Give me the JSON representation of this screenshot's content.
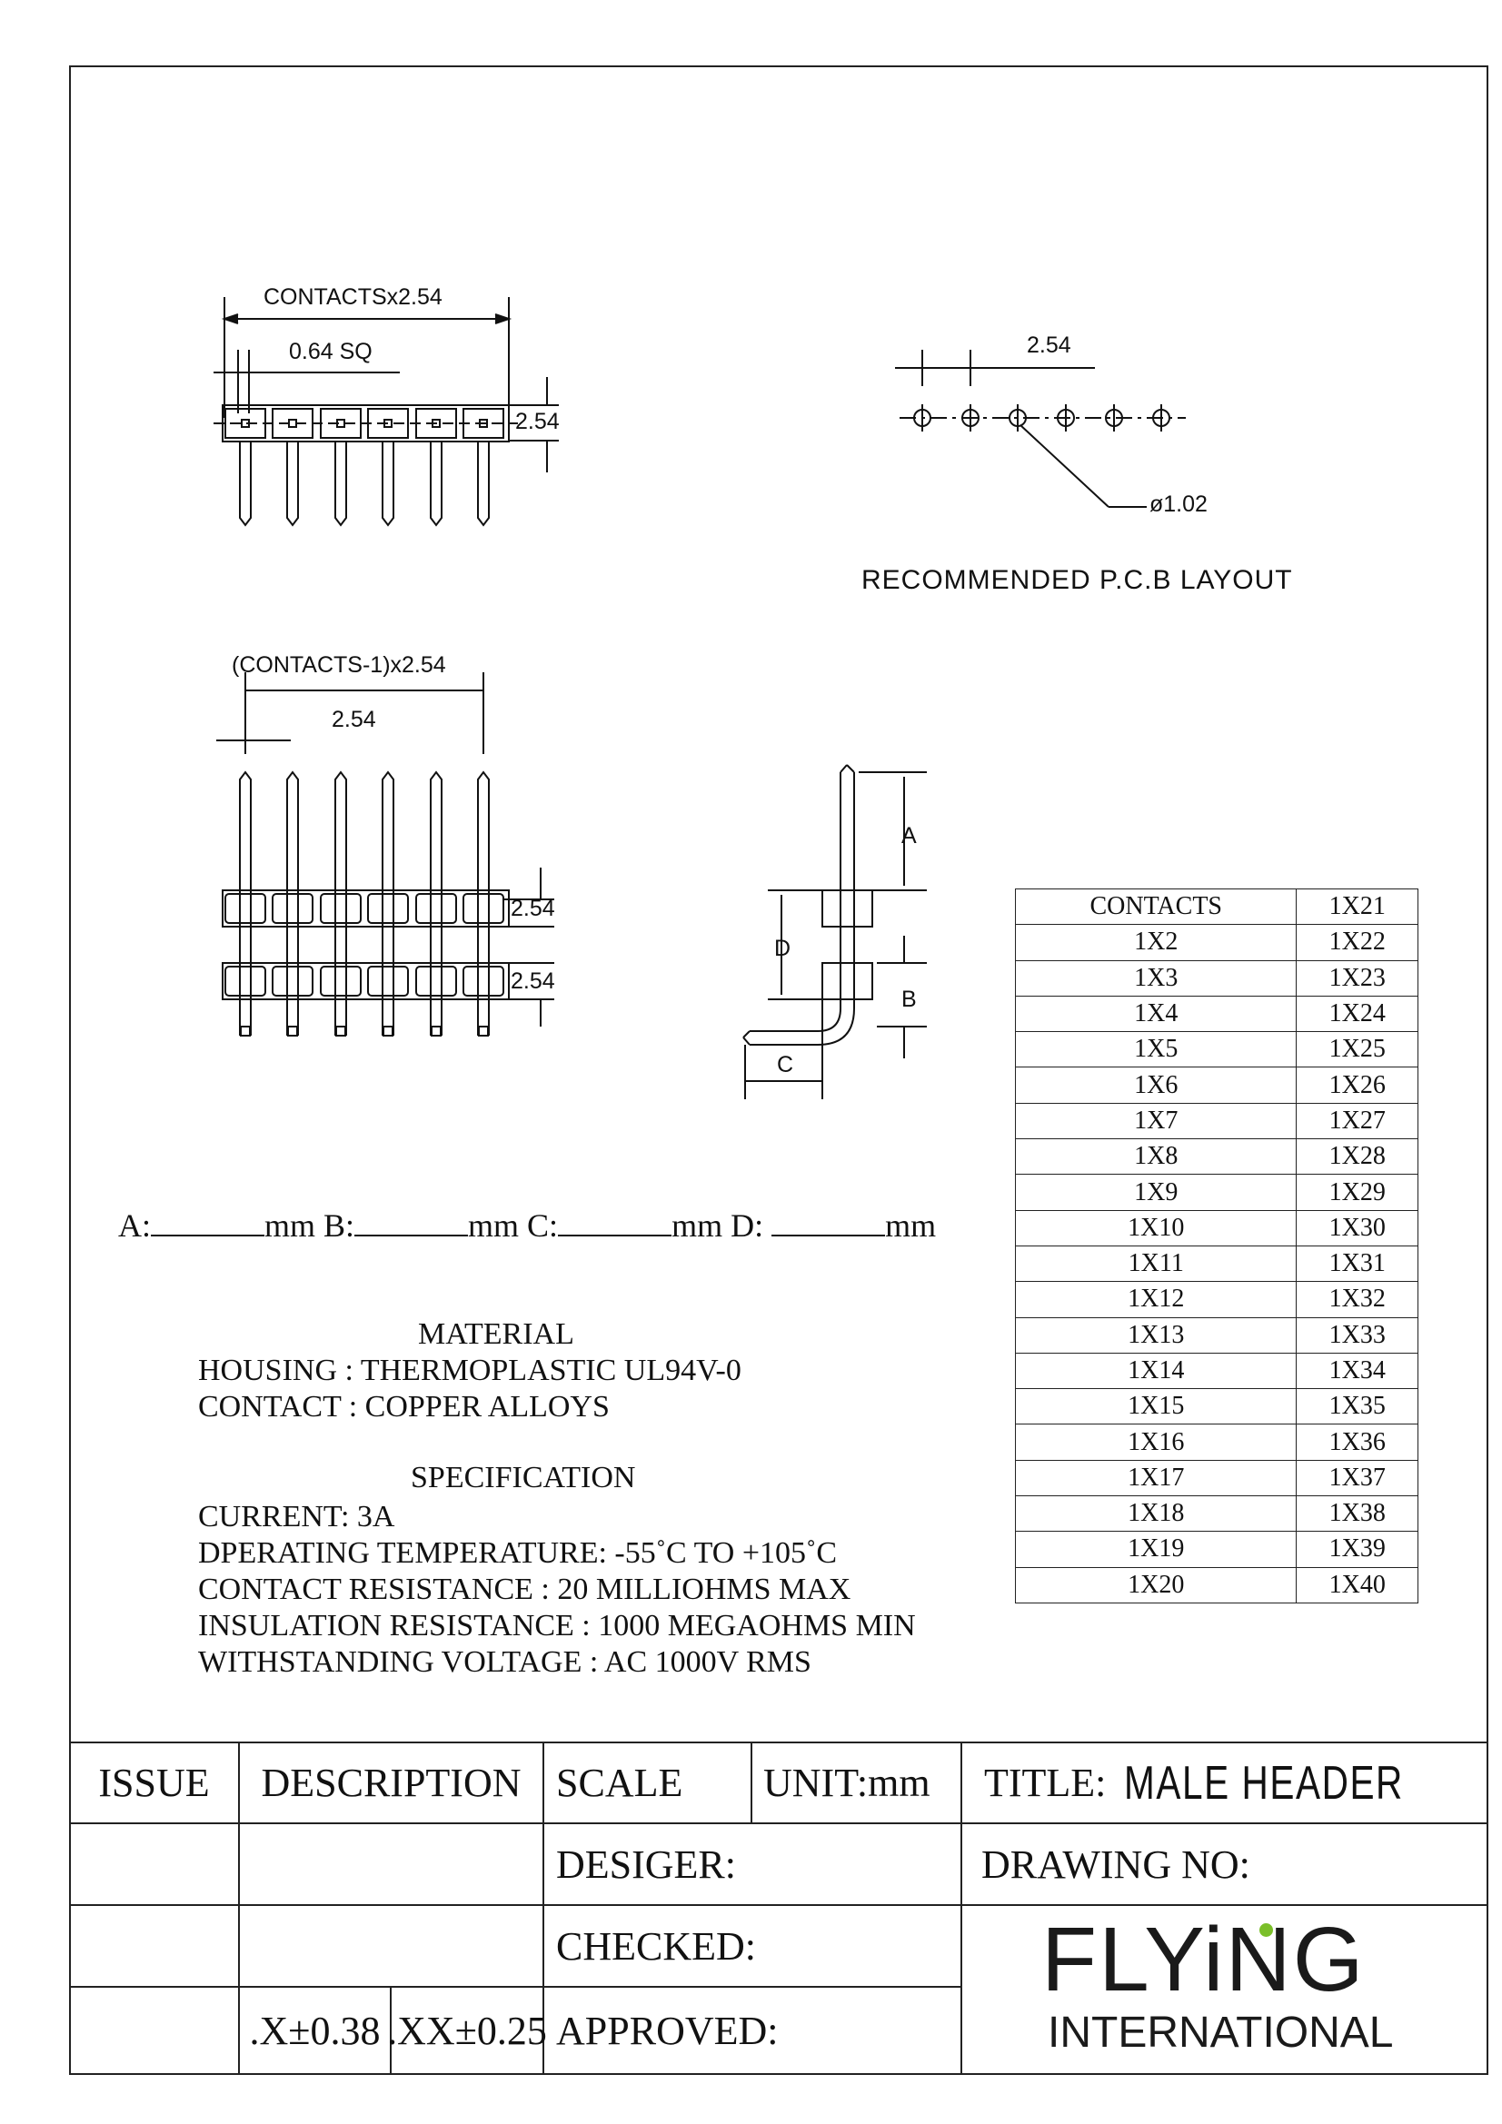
{
  "dimensions": {
    "contacts_pitch": "CONTACTSx2.54",
    "pin_square": "0.64 SQ",
    "pitch_side": "2.54",
    "pcb_pitch": "2.54",
    "pcb_hole": "ø1.02",
    "pcb_layout_caption": "RECOMMENDED P.C.B LAYOUT",
    "span": "(CONTACTS-1)x2.54",
    "front_pitch": "2.54",
    "front_h1": "2.54",
    "front_h2": "2.54",
    "label_a": "A",
    "label_b": "B",
    "label_c": "C",
    "label_d": "D"
  },
  "fill_in": {
    "a": "A:",
    "b": "B:",
    "c": "C:",
    "d": "D:",
    "unit": "mm"
  },
  "material": {
    "heading": "MATERIAL",
    "housing": "HOUSING  :  THERMOPLASTIC UL94V-0",
    "contact": "CONTACT :  COPPER ALLOYS"
  },
  "specification": {
    "heading": "SPECIFICATION",
    "lines": [
      "CURRENT: 3A",
      "DPERATING TEMPERATURE:  -55˚C  TO +105˚C",
      "CONTACT RESISTANCE : 20 MILLIOHMS MAX",
      "INSULATION RESISTANCE : 1000 MEGAOHMS MIN",
      "WITHSTANDING VOLTAGE : AC 1000V RMS"
    ]
  },
  "contacts_table": {
    "header": "CONTACTS",
    "left": [
      "CONTACTS",
      "1X2",
      "1X3",
      "1X4",
      "1X5",
      "1X6",
      "1X7",
      "1X8",
      "1X9",
      "1X10",
      "1X11",
      "1X12",
      "1X13",
      "1X14",
      "1X15",
      "1X16",
      "1X17",
      "1X18",
      "1X19",
      "1X20"
    ],
    "right": [
      "1X21",
      "1X22",
      "1X23",
      "1X24",
      "1X25",
      "1X26",
      "1X27",
      "1X28",
      "1X29",
      "1X30",
      "1X31",
      "1X32",
      "1X33",
      "1X34",
      "1X35",
      "1X36",
      "1X37",
      "1X38",
      "1X39",
      "1X40"
    ]
  },
  "title_block": {
    "issue": "ISSUE",
    "description": "DESCRIPTION",
    "scale": "SCALE",
    "unit": "UNIT:mm",
    "title_label": "TITLE:",
    "title_value": "MALE  HEADER",
    "designer": "DESIGER:",
    "drawing_no": "DRAWING NO:",
    "checked": "CHECKED:",
    "approved": "APPROVED:",
    "tol_x": ".X±0.38",
    "tol_xx": ".XX±0.25",
    "logo_main": "FLYiNG",
    "logo_sub": "INTERNATIONAL"
  }
}
